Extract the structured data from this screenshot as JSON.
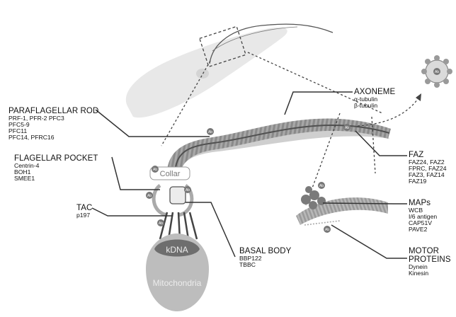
{
  "labels": {
    "axoneme": {
      "title": "AXONEME",
      "items": [
        "α-tubulin",
        "β-tubulin"
      ]
    },
    "paraflagellar_rod": {
      "title": "PARAFLAGELLAR ROD",
      "items": [
        "PRF-1, PFR-2 PFC3",
        "PFC5-9",
        "PFC11",
        "PFC14, PFRC16"
      ]
    },
    "flagellar_pocket": {
      "title": "FLAGELLAR POCKET",
      "items": [
        "Centrin-4",
        "BOH1",
        "SMEE1"
      ]
    },
    "tac": {
      "title": "TAC",
      "items": [
        "p197"
      ]
    },
    "basal_body": {
      "title": "BASAL BODY",
      "items": [
        "BBP122",
        "TBBC"
      ]
    },
    "faz": {
      "title": "FAZ",
      "items": [
        "FAZ24, FAZ2",
        "FPRC, FAZ24",
        "FAZ3, FAZ14",
        "FAZ19"
      ]
    },
    "maps": {
      "title": "MAPs",
      "items": [
        "WCB",
        "I/6 antigen",
        "CAP51V",
        "PAVE2"
      ]
    },
    "motor_proteins": {
      "title_line1": "MOTOR",
      "title_line2": "PROTEINS",
      "items": [
        "Dynein",
        "Kinesin"
      ]
    }
  },
  "structures": {
    "collar": "Collar",
    "kdna": "kDNA",
    "mitochondria": "Mitochondria",
    "antibody_badge": "Ab"
  },
  "colors": {
    "leader_line": "#333333",
    "flagellum_base": "#7d7d7d",
    "flagellum_stripe": "#a0a0a0",
    "pfr_band": "#c7c7c7",
    "cell_body": "#e6e6e6",
    "mitochondria": "#bdbdbd",
    "kdna": "#6e6e6e",
    "badge": "#777777"
  }
}
